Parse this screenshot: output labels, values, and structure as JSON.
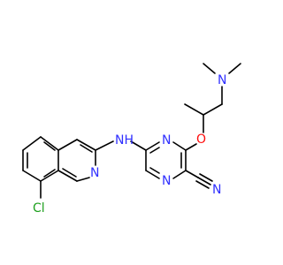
{
  "colors": {
    "bond": "#000000",
    "nitrogen": "#3030ff",
    "oxygen": "#ff0d0d",
    "chlorine": "#1fa01f",
    "carbon": "#000000"
  },
  "atoms": {
    "chlorine": "Cl",
    "amine_nh": "NH",
    "isoquinoline_n": "N",
    "pyrazine_n_top": "N",
    "pyrazine_n_bottom": "N",
    "ether_o": "O",
    "dimethylamine_n": "N",
    "nitrile_n": "N"
  }
}
